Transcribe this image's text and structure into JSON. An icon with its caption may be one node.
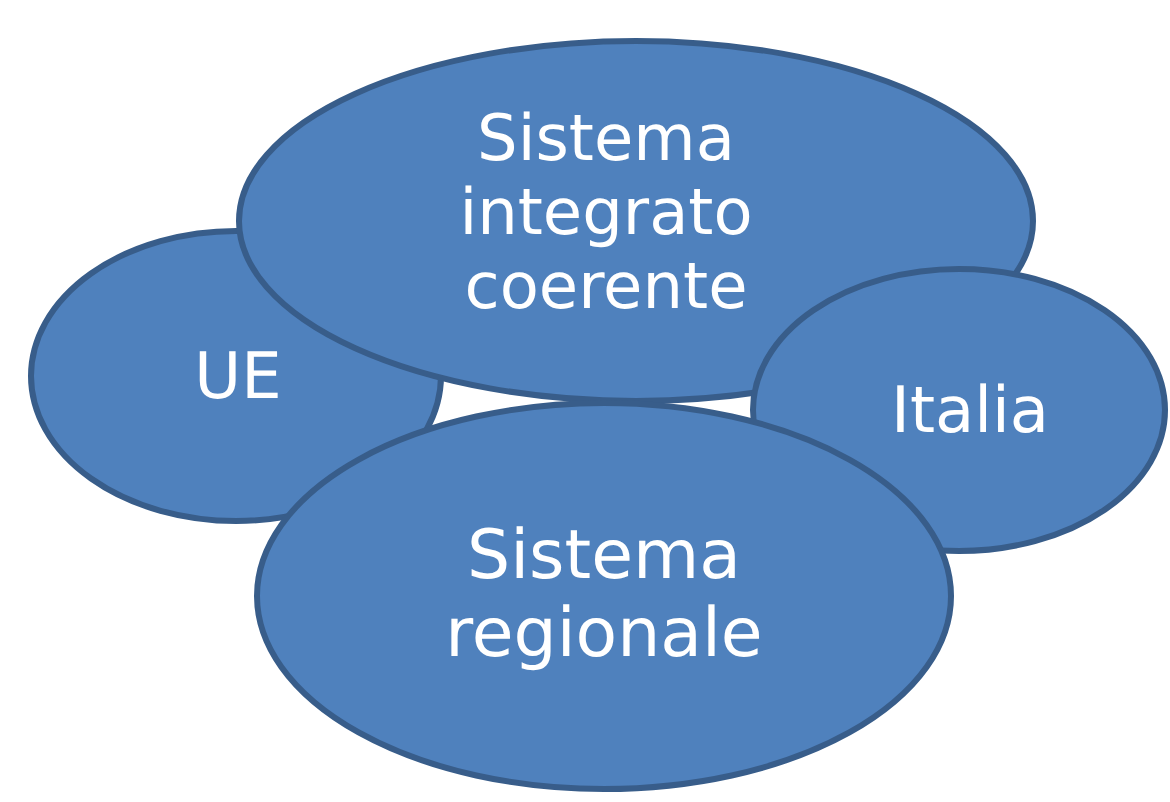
{
  "diagram": {
    "nodes": [
      {
        "text": [
          "UE"
        ]
      },
      {
        "text": [
          "Sistema integrato coerente"
        ]
      },
      {
        "text": [
          "Italia"
        ]
      },
      {
        "text": [
          "Sistema regionale"
        ]
      }
    ]
  }
}
